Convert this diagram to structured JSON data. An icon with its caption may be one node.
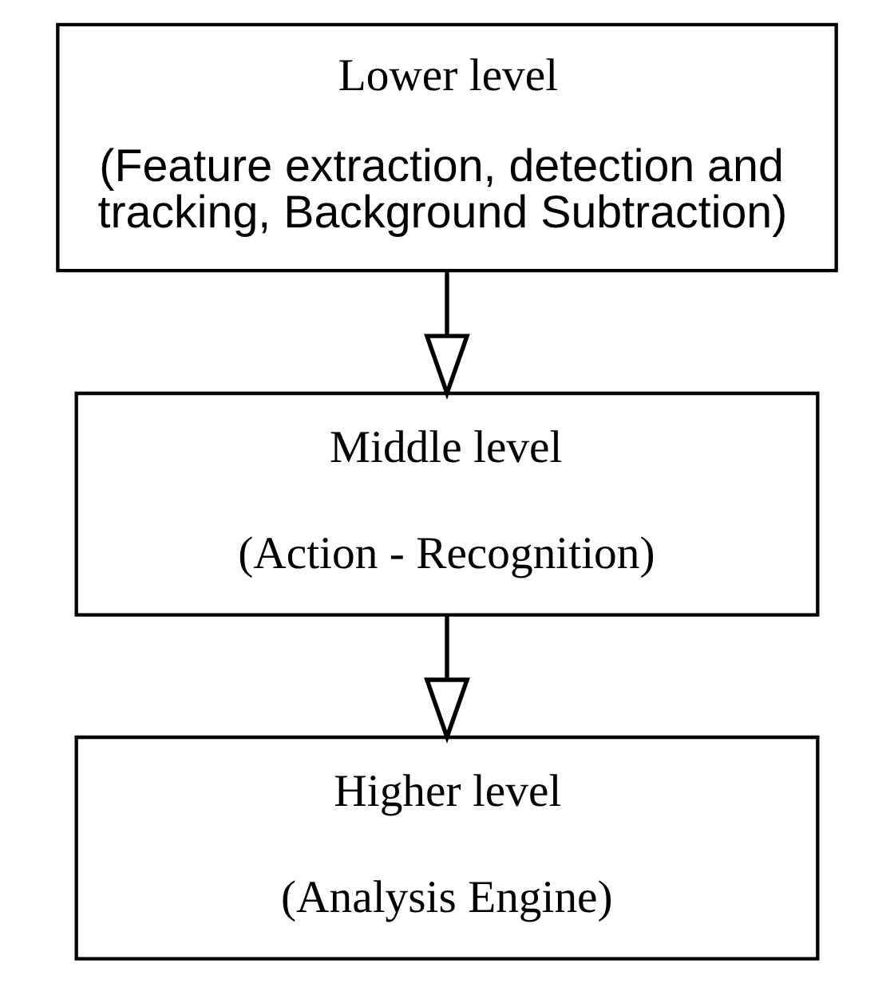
{
  "diagram": {
    "nodes": [
      {
        "text": [
          "Lower level",
          "(Feature extraction, detection and tracking, Background Subtraction)"
        ]
      },
      {
        "text": [
          "Middle level",
          "(Action - Recognition)"
        ]
      },
      {
        "text": [
          "Higher level",
          "(Analysis Engine)"
        ]
      }
    ],
    "edges": [
      {
        "from": 0,
        "to": 1,
        "arrow": "to"
      },
      {
        "from": 1,
        "to": 2,
        "arrow": "to"
      }
    ]
  }
}
